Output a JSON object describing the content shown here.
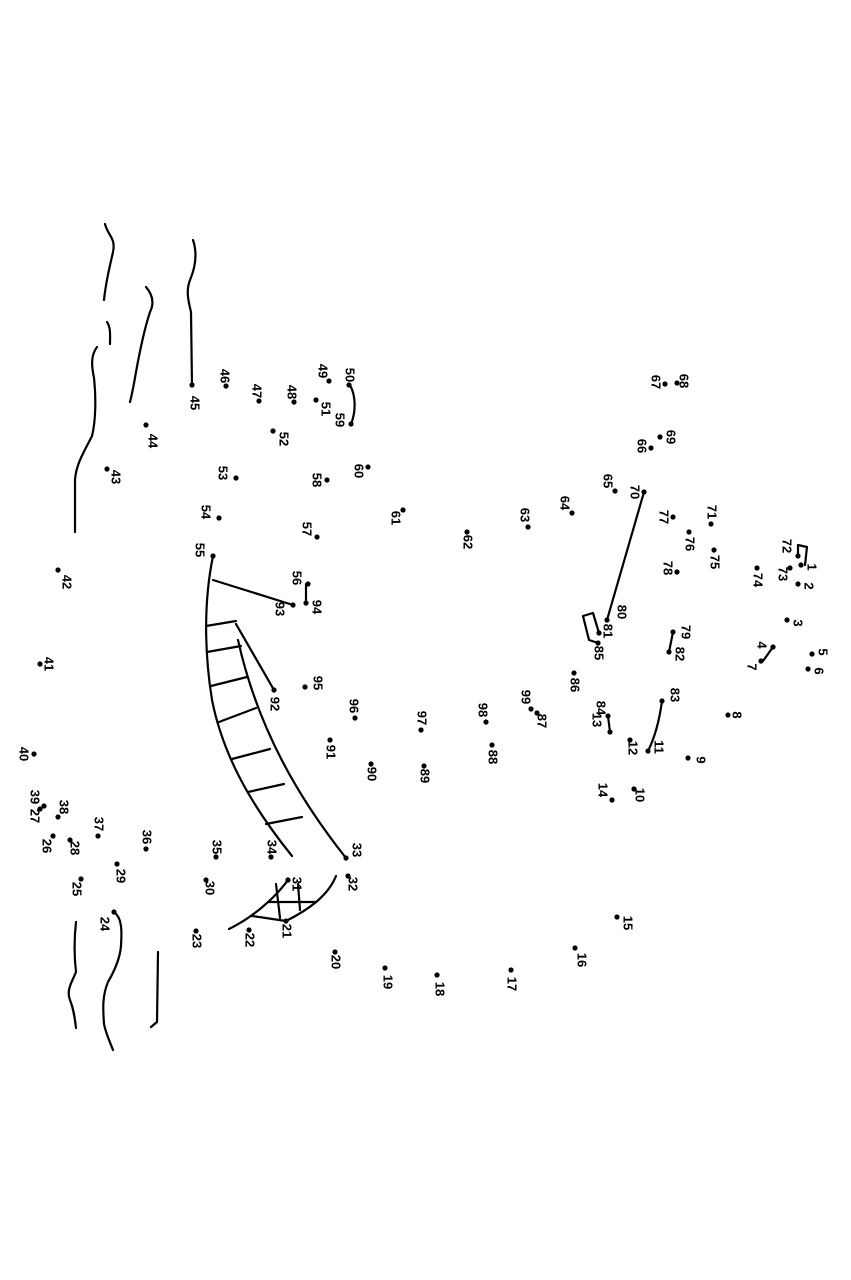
{
  "puzzle": {
    "type": "connect-the-dots",
    "dot_numbers": [
      "1",
      "2",
      "3",
      "4",
      "5",
      "6",
      "7",
      "8",
      "9",
      "10",
      "11",
      "12",
      "13",
      "14",
      "15",
      "16",
      "17",
      "18",
      "19",
      "20",
      "21",
      "22",
      "23",
      "24",
      "25",
      "26",
      "27",
      "28",
      "29",
      "30",
      "31",
      "32",
      "33",
      "34",
      "35",
      "36",
      "37",
      "38",
      "39",
      "40",
      "41",
      "42",
      "43",
      "44",
      "45",
      "46",
      "47",
      "48",
      "49",
      "50",
      "51",
      "52",
      "53",
      "54",
      "55",
      "56",
      "57",
      "58",
      "59",
      "60",
      "61",
      "62",
      "63",
      "64",
      "65",
      "66",
      "67",
      "68",
      "69",
      "70",
      "71",
      "72",
      "73",
      "74",
      "75",
      "76",
      "77",
      "78",
      "79",
      "80",
      "81",
      "82",
      "83",
      "84",
      "85",
      "86",
      "87",
      "88",
      "89",
      "90",
      "91",
      "92",
      "93",
      "94",
      "95",
      "96",
      "97",
      "98",
      "99"
    ],
    "orientation": "rotated 90 degrees clockwise",
    "line_color": "#000000"
  }
}
